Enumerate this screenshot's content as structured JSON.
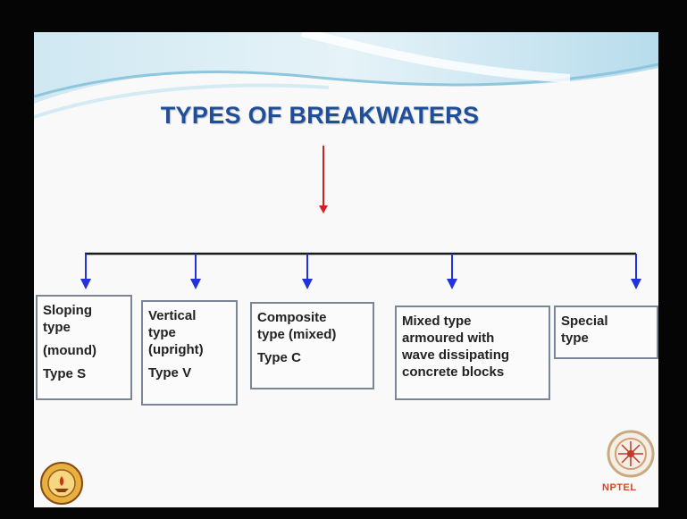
{
  "title": "TYPES OF BREAKWATERS",
  "types": [
    {
      "lines": [
        "Sloping",
        "type"
      ],
      "subtitle": "(mound)",
      "code": "Type S"
    },
    {
      "lines": [
        "Vertical",
        "type",
        "(upright)"
      ],
      "subtitle": "",
      "code": "Type V"
    },
    {
      "lines": [
        "Composite",
        "type (mixed)"
      ],
      "subtitle": "",
      "code": "Type C"
    },
    {
      "lines": [
        "Mixed type",
        "armoured with",
        "wave dissipating",
        "concrete blocks"
      ],
      "subtitle": "",
      "code": ""
    },
    {
      "lines": [
        "Special",
        "type"
      ],
      "subtitle": "",
      "code": ""
    }
  ],
  "logos": {
    "left": "iit-madras-emblem-icon",
    "right": "nptel-logo-icon",
    "right_label": "NPTEL"
  },
  "colors": {
    "title": "#1f4e9a",
    "main_arrow": "#cc2222",
    "branch_arrows": "#2233dd",
    "wave": "#bfe0ef"
  }
}
